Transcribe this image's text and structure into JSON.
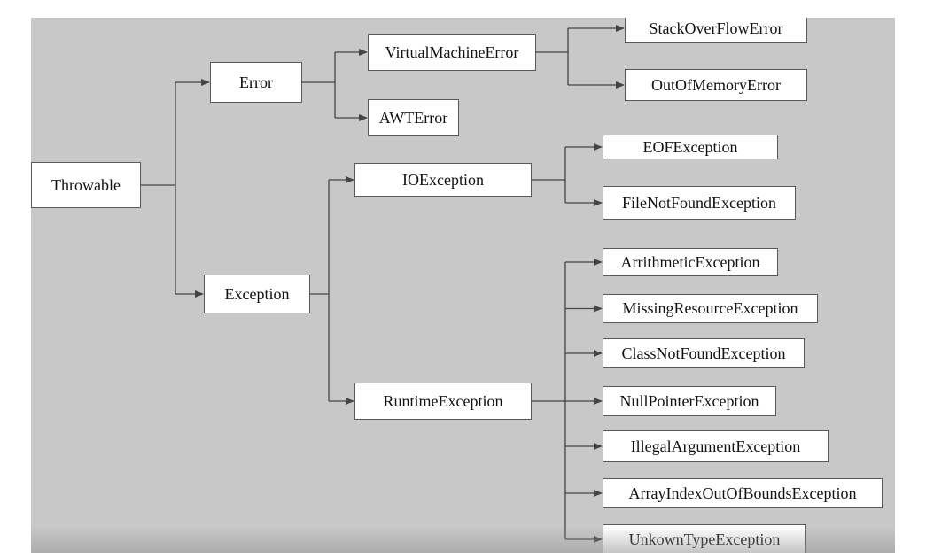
{
  "diagram": {
    "nodes": [
      {
        "id": "throwable",
        "label": "Throwable"
      },
      {
        "id": "error",
        "label": "Error"
      },
      {
        "id": "exception",
        "label": "Exception"
      },
      {
        "id": "vme",
        "label": "VirtualMachineError"
      },
      {
        "id": "awt",
        "label": "AWTError"
      },
      {
        "id": "soe",
        "label": "StackOverFlowError"
      },
      {
        "id": "oom",
        "label": "OutOfMemoryError"
      },
      {
        "id": "ioe",
        "label": "IOException"
      },
      {
        "id": "rte",
        "label": "RuntimeException"
      },
      {
        "id": "eof",
        "label": "EOFException"
      },
      {
        "id": "fnf",
        "label": "FileNotFoundException"
      },
      {
        "id": "arith",
        "label": "ArrithmeticException"
      },
      {
        "id": "mre",
        "label": "MissingResourceException"
      },
      {
        "id": "cnf",
        "label": "ClassNotFoundException"
      },
      {
        "id": "npe",
        "label": "NullPointerException"
      },
      {
        "id": "iae",
        "label": "IllegalArgumentException"
      },
      {
        "id": "aioobe",
        "label": "ArrayIndexOutOfBoundsException"
      },
      {
        "id": "ute",
        "label": "UnkownTypeException"
      }
    ],
    "edges": [
      [
        "throwable",
        "error"
      ],
      [
        "throwable",
        "exception"
      ],
      [
        "error",
        "vme"
      ],
      [
        "error",
        "awt"
      ],
      [
        "vme",
        "soe"
      ],
      [
        "vme",
        "oom"
      ],
      [
        "exception",
        "ioe"
      ],
      [
        "exception",
        "rte"
      ],
      [
        "ioe",
        "eof"
      ],
      [
        "ioe",
        "fnf"
      ],
      [
        "rte",
        "arith"
      ],
      [
        "rte",
        "mre"
      ],
      [
        "rte",
        "cnf"
      ],
      [
        "rte",
        "npe"
      ],
      [
        "rte",
        "iae"
      ],
      [
        "rte",
        "aioobe"
      ],
      [
        "rte",
        "ute"
      ]
    ],
    "colors": {
      "background": "#c8c8c8",
      "box": "#ffffff",
      "line": "#444444"
    }
  }
}
